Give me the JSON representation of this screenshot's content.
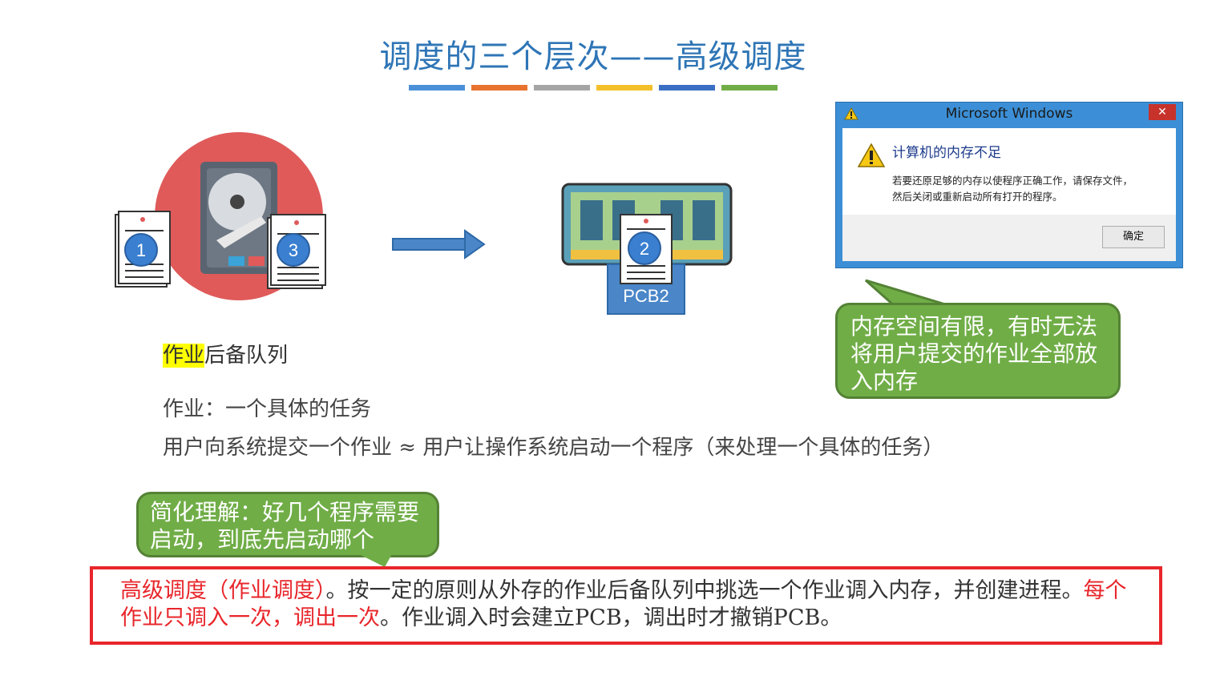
{
  "slide": {
    "title": "调度的三个层次——高级调度",
    "title_bar_colors": [
      "#4a90d9",
      "#e8732e",
      "#a5a5a5",
      "#f4c02a",
      "#3a6fc4",
      "#70ad47"
    ],
    "job_queue_label_highlight": "作业",
    "job_queue_label_rest": "后备队列",
    "job_definition": "作业：一个具体的任务",
    "user_submit_line": "用户向系统提交一个作业 ≈ 用户让操作系统启动一个程序（来处理一个具体的任务）",
    "bubble_memory": "内存空间有限，有时无法将用户提交的作业全部放入内存",
    "bubble_simple": "简化理解：好几个程序需要启动，到底先启动哪个",
    "definition": {
      "part1_red": "高级调度（作业调度）",
      "part2": "。按一定的原则从外存的作业后备队列中挑选一个作业调入内存，并创建进程。",
      "part3_red": "每个作业只调入一次，调出一次",
      "part4": "。作业调入时会建立PCB，调出时才撤销PCB。"
    },
    "illustration": {
      "doc1": "1",
      "doc2": "2",
      "doc3": "3",
      "pcb_label": "PCB2"
    },
    "dialog": {
      "title": "Microsoft Windows",
      "close": "✕",
      "heading": "计算机的内存不足",
      "message_line1": "若要还原足够的内存以使程序正确工作，请保存文件，",
      "message_line2": "然后关闭或重新启动所有打开的程序。",
      "ok_button": "确定"
    },
    "colors": {
      "accent_blue": "#2e75b6",
      "bubble_green": "#70ad47",
      "highlight_yellow": "#ffff00",
      "emphasis_red": "#e8262b"
    }
  }
}
